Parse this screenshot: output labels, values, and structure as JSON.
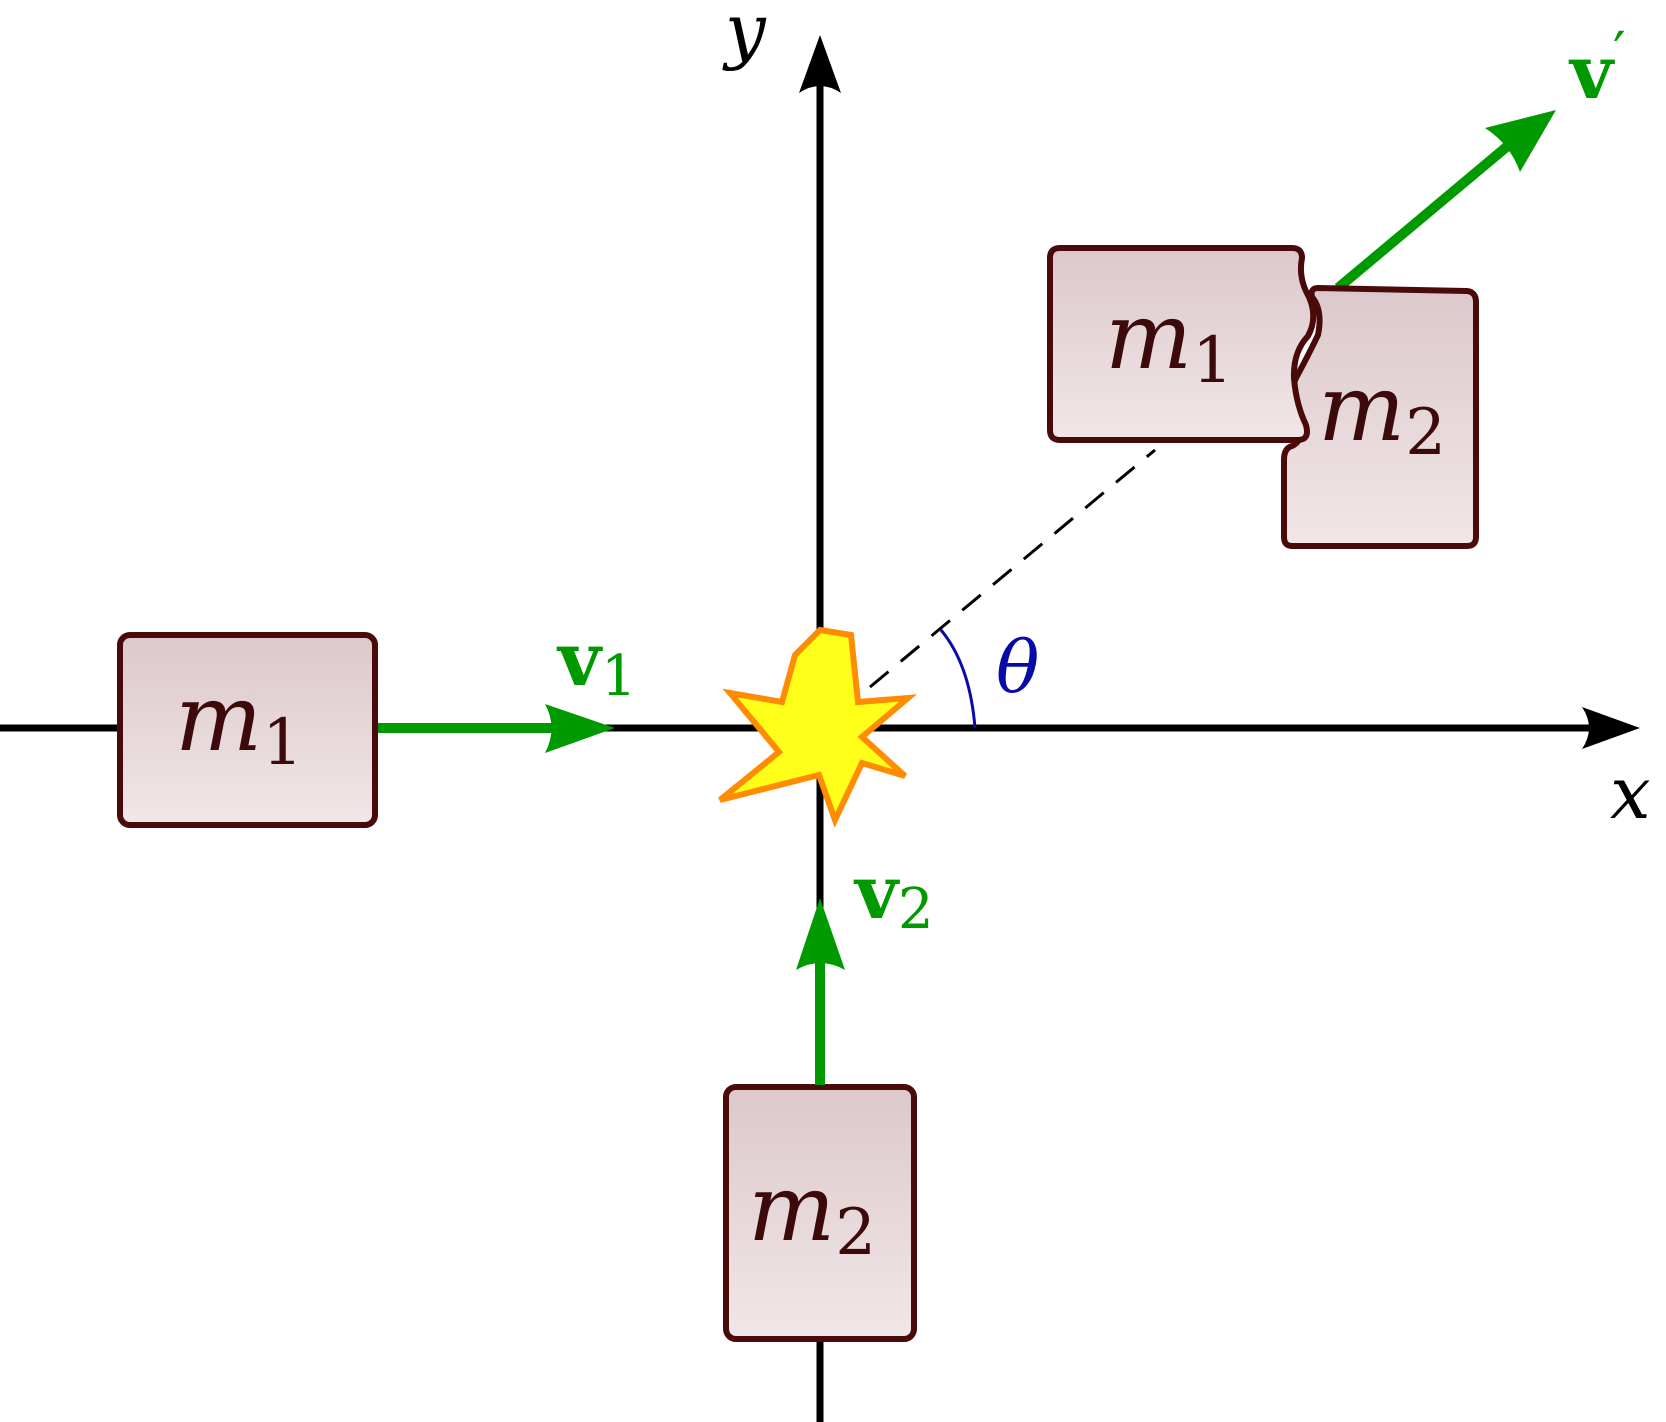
{
  "axes": {
    "x_label": "x",
    "y_label": "y"
  },
  "blocks": {
    "m1_before": {
      "symbol": "m",
      "index": "1"
    },
    "m2_before": {
      "symbol": "m",
      "index": "2"
    },
    "m1_after": {
      "symbol": "m",
      "index": "1"
    },
    "m2_after": {
      "symbol": "m",
      "index": "2"
    }
  },
  "vectors": {
    "v1": {
      "symbol": "v",
      "index": "1"
    },
    "v2": {
      "symbol": "v",
      "index": "2"
    },
    "v_prime": {
      "symbol": "v",
      "prime": "′"
    }
  },
  "angle": {
    "symbol": "θ"
  },
  "colors": {
    "axis": "#000000",
    "vector": "#009900",
    "block_stroke": "#4a0a0a",
    "block_fill_top": "#dcc8cb",
    "block_fill_bottom": "#f1e7e8",
    "label_text": "#3c0a0a",
    "angle": "#0a0aa8",
    "burst_fill": "#ffff1a",
    "burst_stroke": "#ff8c00"
  }
}
